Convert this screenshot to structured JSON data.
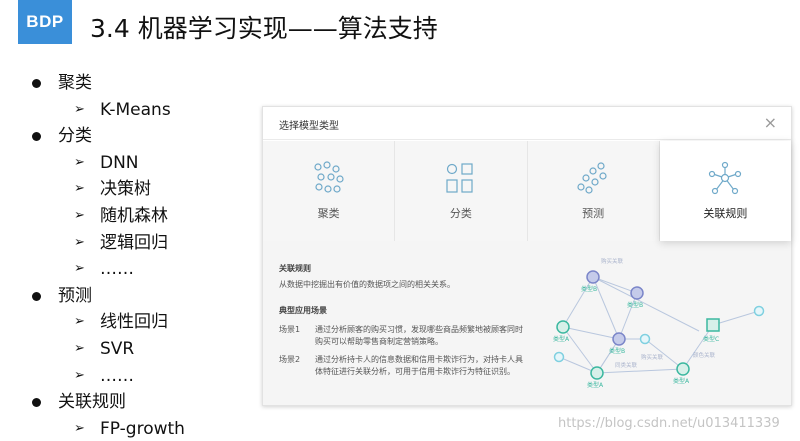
{
  "logo": "BDP",
  "slide_title": "3.4 机器学习实现——算法支持",
  "outline": [
    {
      "level": 1,
      "text": "聚类"
    },
    {
      "level": 2,
      "text": "K-Means"
    },
    {
      "level": 1,
      "text": "分类"
    },
    {
      "level": 2,
      "text": "DNN"
    },
    {
      "level": 2,
      "text": "决策树"
    },
    {
      "level": 2,
      "text": "随机森林"
    },
    {
      "level": 2,
      "text": "逻辑回归"
    },
    {
      "level": 2,
      "text": "……"
    },
    {
      "level": 1,
      "text": "预测"
    },
    {
      "level": 2,
      "text": "线性回归"
    },
    {
      "level": 2,
      "text": "SVR"
    },
    {
      "level": 2,
      "text": "……"
    },
    {
      "level": 1,
      "text": "关联规则"
    },
    {
      "level": 2,
      "text": "FP-growth"
    }
  ],
  "dialog": {
    "title": "选择模型类型",
    "close": "×",
    "cards": [
      {
        "label": "聚类",
        "icon": "cluster-icon"
      },
      {
        "label": "分类",
        "icon": "classify-icon"
      },
      {
        "label": "预测",
        "icon": "predict-icon"
      },
      {
        "label": "关联规则",
        "icon": "association-icon",
        "active": true
      }
    ],
    "detail": {
      "heading": "关联规则",
      "description": "从数据中挖掘出有价值的数据项之间的相关关系。",
      "scenario_heading": "典型应用场景",
      "scenario1_label": "场景1",
      "scenario1_line1": "通过分析顾客的购买习惯，发现哪些商品频繁地被顾客同时",
      "scenario1_line2": "购买可以帮助零售商制定营销策略。",
      "scenario2_label": "场景2",
      "scenario2_line1": "通过分析持卡人的信息数据和信用卡欺诈行为，对持卡人具",
      "scenario2_line2": "体特征进行关联分析，可用于信用卡欺诈行为特征识别。"
    },
    "network_labels": {
      "type_a": "类型A",
      "type_b": "类型B",
      "type_c": "类型C",
      "rel_buy": "购买关联",
      "rel_same": "同类关联",
      "rel_color": "颜色关联"
    }
  },
  "watermark": "https://blog.csdn.net/u013411339",
  "colors": {
    "accent": "#3a8fd9",
    "node_green": "#3cb8a0",
    "node_purple": "#7b86c9",
    "node_cyan": "#7fd0e0"
  }
}
